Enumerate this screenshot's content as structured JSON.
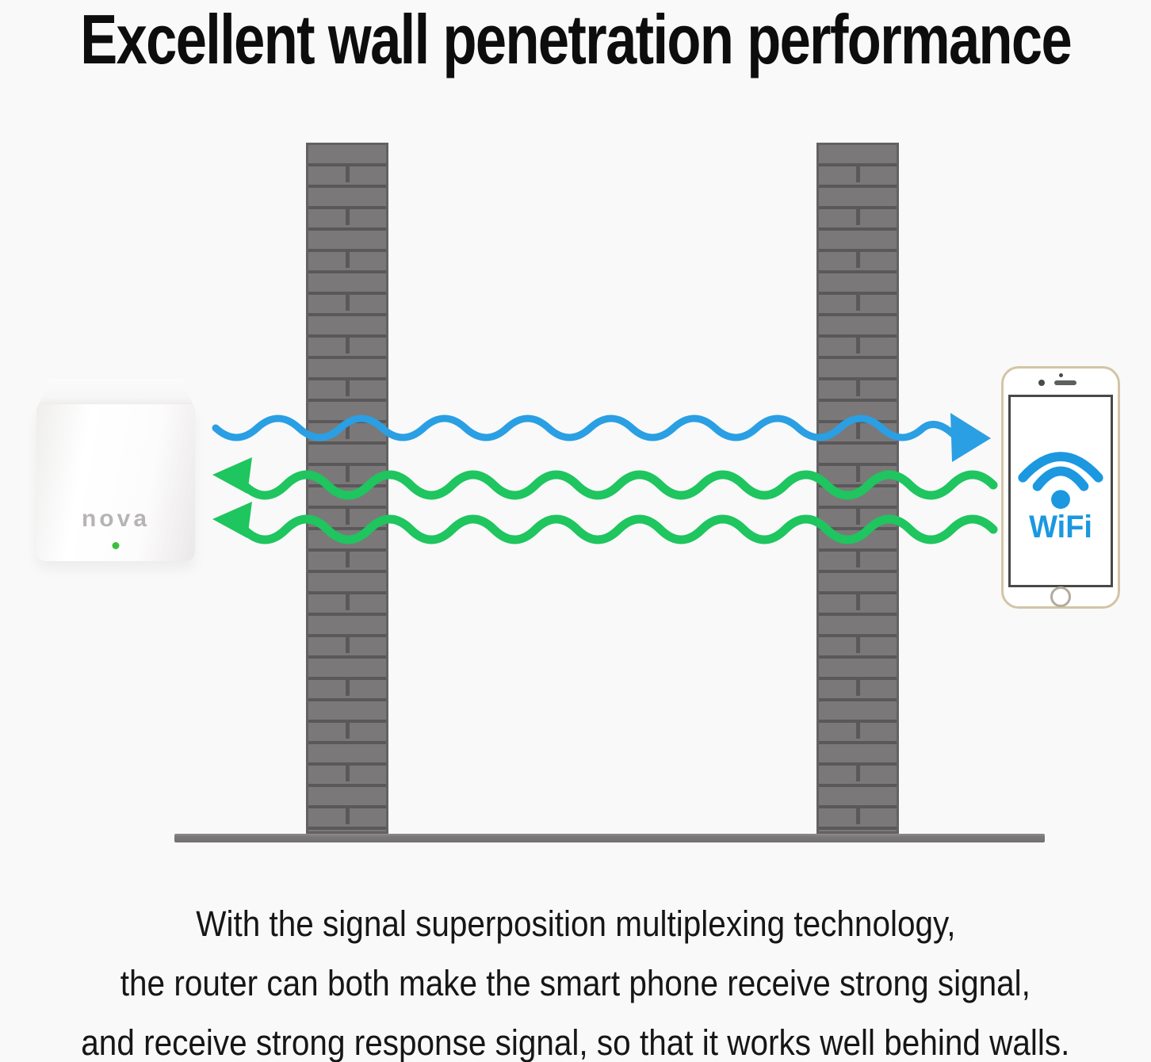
{
  "title": "Excellent wall penetration performance",
  "description": {
    "line1": "With the signal superposition multiplexing technology,",
    "line2": "the router can both make the smart phone receive strong signal,",
    "line3": "and receive strong response signal, so that it works well behind walls."
  },
  "router": {
    "brand_label": "nova",
    "led_color": "#3dbf3d"
  },
  "phone": {
    "wifi_label": "WiFi",
    "wifi_color": "#1b98e0",
    "frame_color": "#d2c5a5"
  },
  "diagram": {
    "wall_brick_color": "#7b7879",
    "wall_mortar_color": "#5b5859",
    "floor_color": "#7b7879",
    "signal_outgoing_color": "#2a9fe3",
    "signal_response_color": "#1fc55e",
    "signals": [
      {
        "name": "outgoing wifi signal",
        "direction": "router-to-phone",
        "color": "#2a9fe3"
      },
      {
        "name": "response signal 1",
        "direction": "phone-to-router",
        "color": "#1fc55e"
      },
      {
        "name": "response signal 2",
        "direction": "phone-to-router",
        "color": "#1fc55e"
      }
    ]
  },
  "colors": {
    "background": "#f9f9f9",
    "text": "#111111"
  }
}
